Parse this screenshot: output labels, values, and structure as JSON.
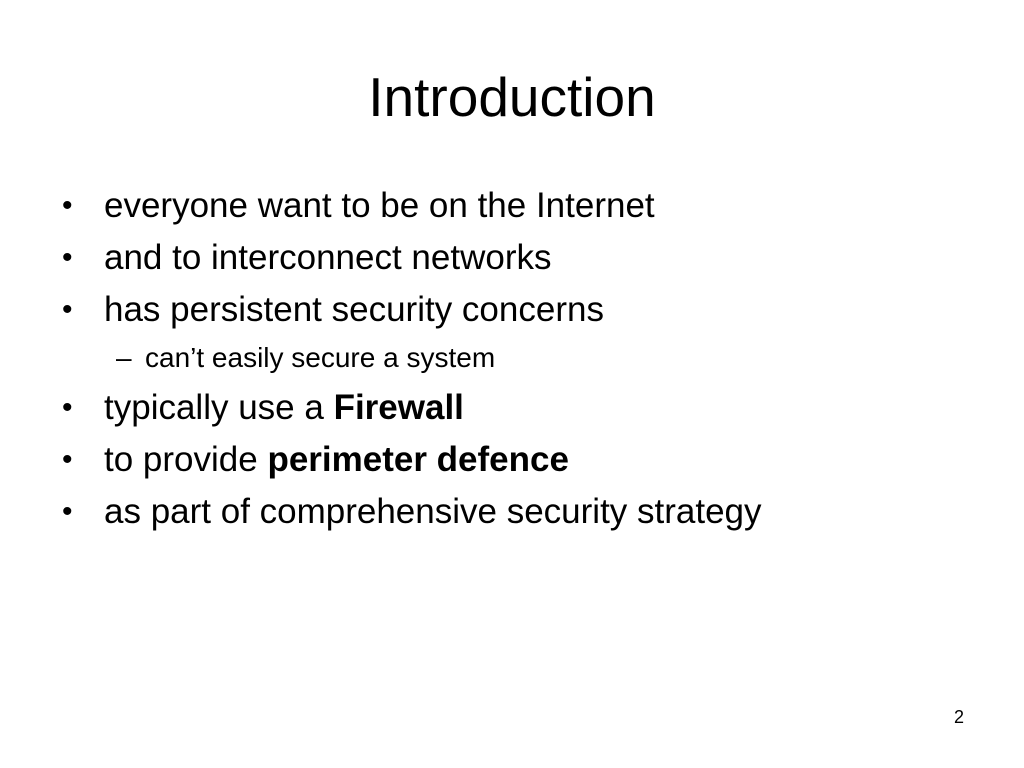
{
  "slide": {
    "title": "Introduction",
    "bullet_marker": "•",
    "sub_marker": "–",
    "bullets": [
      {
        "text": "everyone want to be on the Internet"
      },
      {
        "text": "and to interconnect networks"
      },
      {
        "text": "has persistent security concerns"
      },
      {
        "sub": "can’t easily secure a system"
      },
      {
        "text": "typically use a ",
        "bold": "Firewall"
      },
      {
        "text": "to provide ",
        "bold": "perimeter defence"
      },
      {
        "text": "as part of comprehensive security strategy"
      }
    ],
    "page_number": "2"
  }
}
